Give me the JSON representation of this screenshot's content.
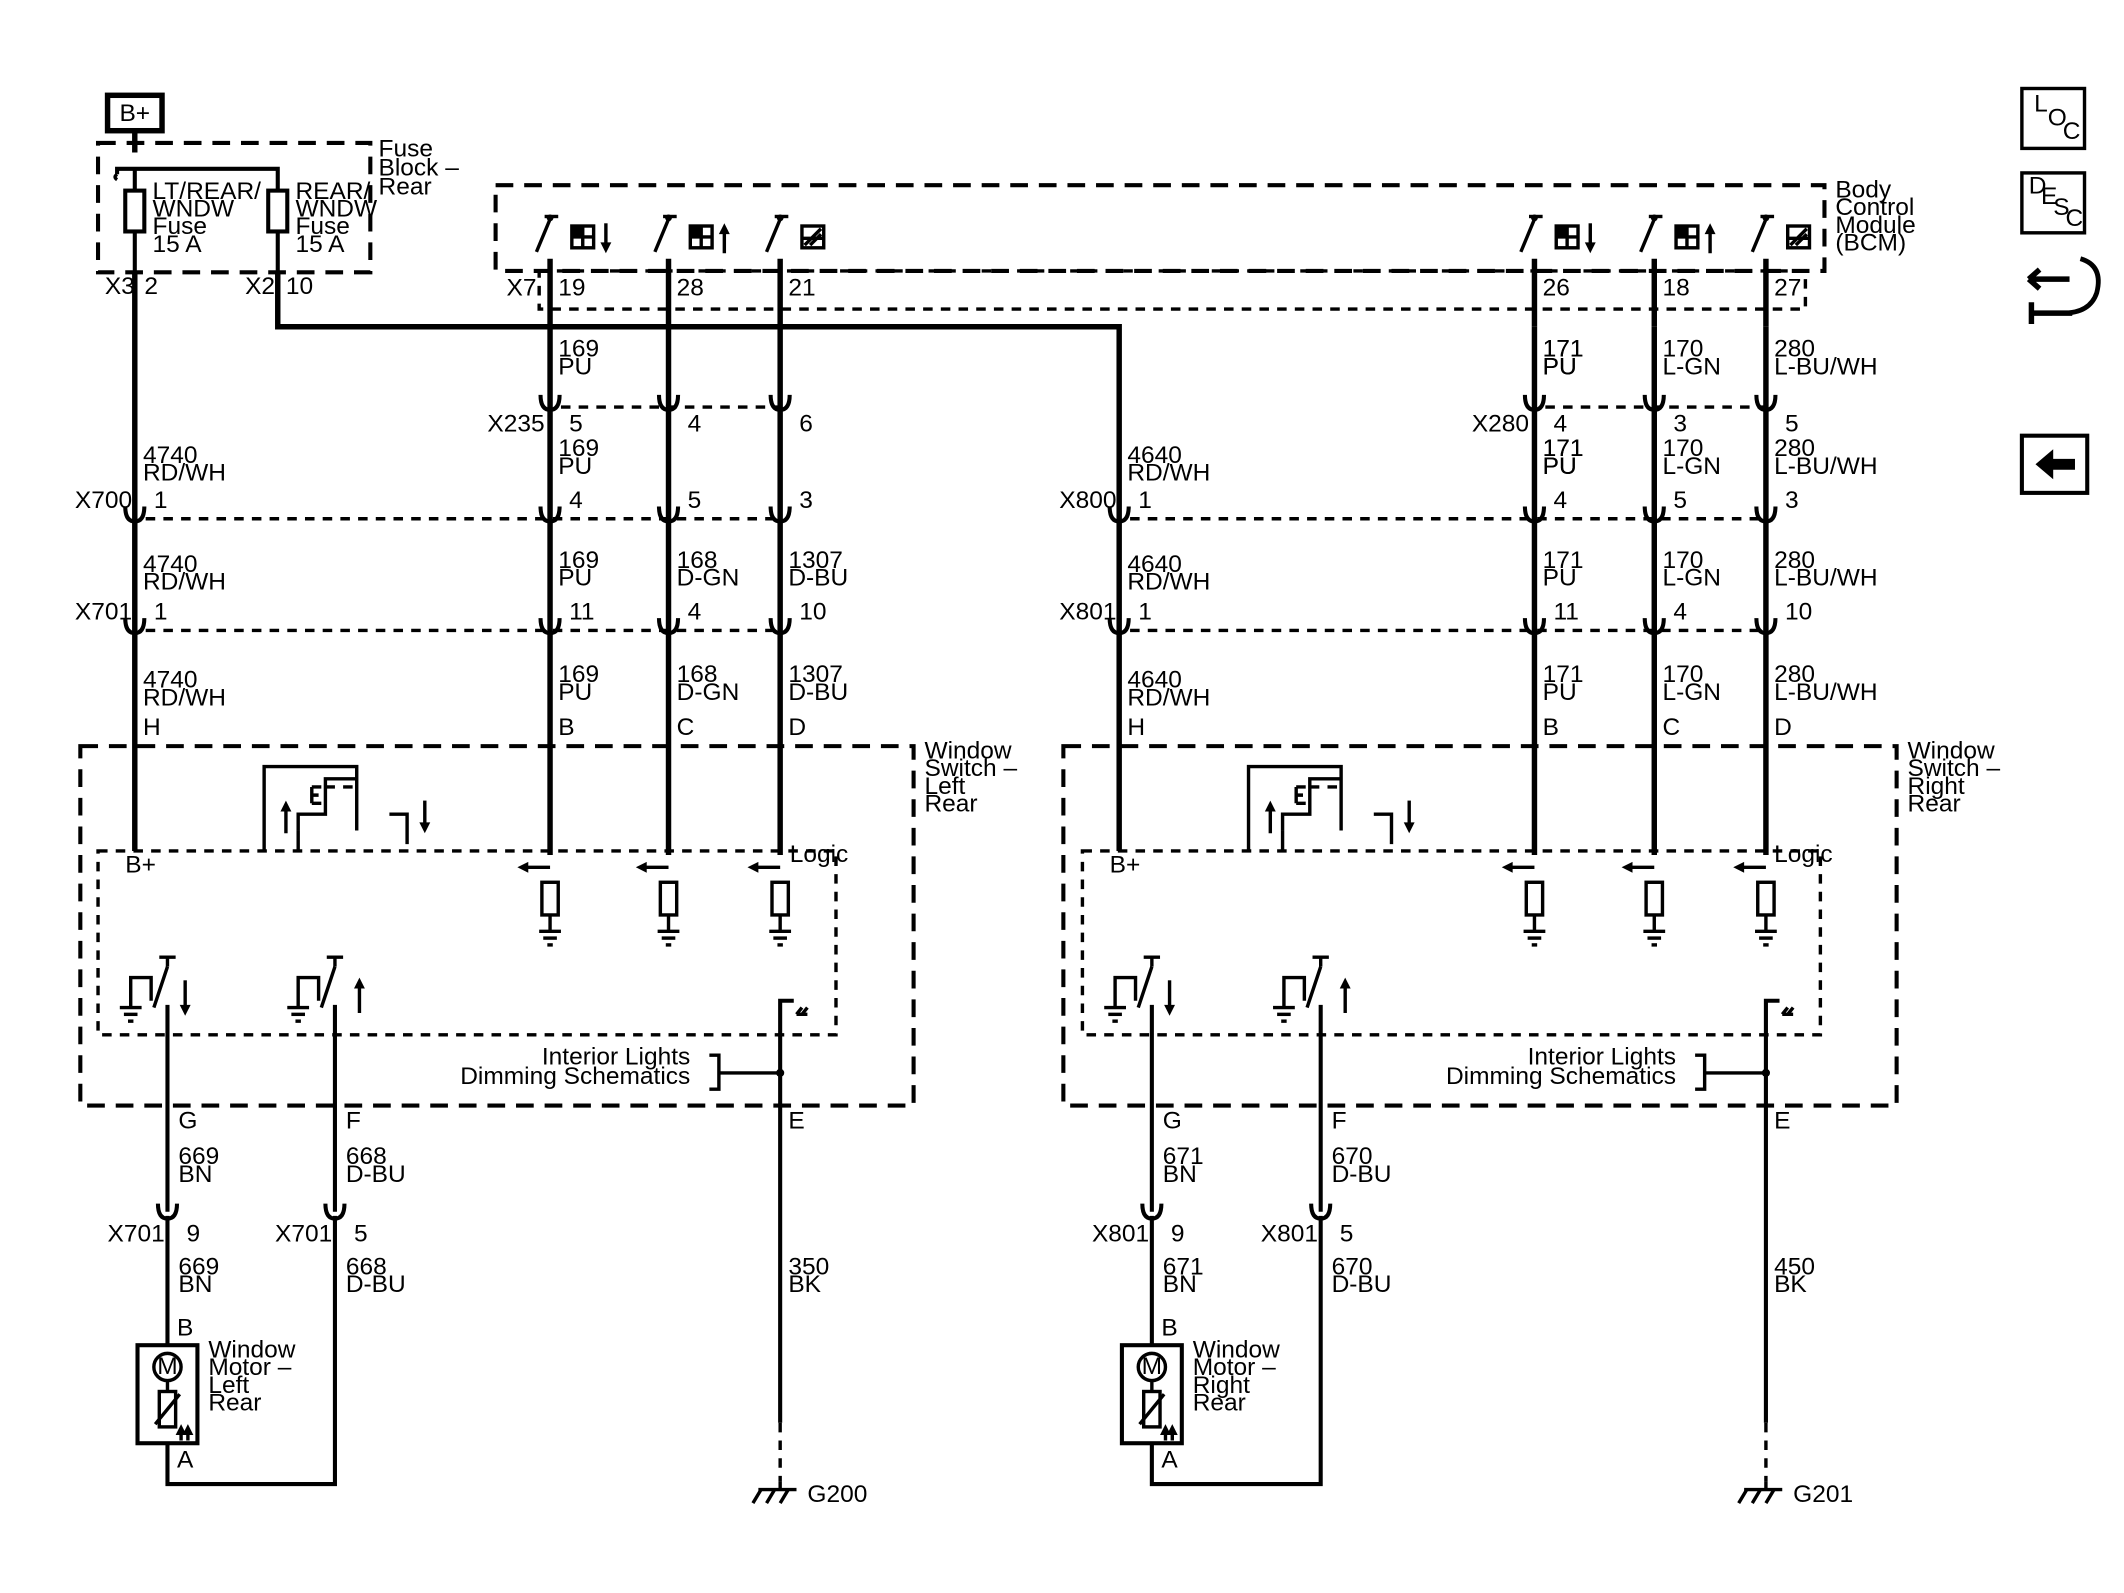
{
  "top": {
    "battery": "B+",
    "fuse_block": [
      "Fuse",
      "Block –",
      "Rear"
    ],
    "fuse1": [
      "LT/REAR/",
      "WNDW",
      "Fuse",
      "15 A"
    ],
    "fuse2": [
      "REAR/",
      "WNDW",
      "Fuse",
      "15 A"
    ],
    "fuse_x3": "X3",
    "fuse_x3_pin": "2",
    "fuse_x2": "X2",
    "fuse_x2_pin": "10",
    "bcm": [
      "Body",
      "Control",
      "Module",
      "(BCM)"
    ],
    "bcm_conn": "X7",
    "bcm_pins": [
      "19",
      "28",
      "21",
      "26",
      "18",
      "27"
    ]
  },
  "sides": [
    {
      "id": "left",
      "feed_conn": {
        "x700": "X700",
        "x701": "X701"
      },
      "feed_pins": [
        "1",
        "1"
      ],
      "feed_wire": {
        "circuit": "4740",
        "color": "RD/WH"
      },
      "wires": [
        {
          "circuit": "169",
          "color": "PU"
        },
        {
          "circuit": "168",
          "color": "D-GN"
        },
        {
          "circuit": "1307",
          "color": "D-BU"
        }
      ],
      "mid_conn": "X235",
      "mid_pins": [
        "5",
        "4",
        "6"
      ],
      "c2_pins": [
        "4",
        "5",
        "3"
      ],
      "c3_pins": [
        "11",
        "4",
        "10"
      ],
      "sw_pins": [
        "H",
        "B",
        "C",
        "D"
      ],
      "switch_title": [
        "Window",
        "Switch –",
        "Left",
        "Rear"
      ],
      "logic": "Logic",
      "bplus": "B+",
      "dimming": [
        "Interior Lights",
        "Dimming Schematics"
      ],
      "bottom_pins": [
        "G",
        "F",
        "E"
      ],
      "motor_wires": [
        {
          "circuit": "669",
          "color": "BN"
        },
        {
          "circuit": "668",
          "color": "D-BU"
        }
      ],
      "bottom_conn": [
        "X701",
        "X701"
      ],
      "bottom_conn_pins": [
        "9",
        "5"
      ],
      "ground_wire": {
        "circuit": "350",
        "color": "BK"
      },
      "motor_pin_b": "B",
      "motor_pin_a": "A",
      "motor_letter": "M",
      "motor_title": [
        "Window",
        "Motor –",
        "Left",
        "Rear"
      ],
      "ground": "G200"
    },
    {
      "id": "right",
      "feed_conn": {
        "x700": "X800",
        "x701": "X801"
      },
      "feed_pins": [
        "1",
        "1"
      ],
      "feed_wire": {
        "circuit": "4640",
        "color": "RD/WH"
      },
      "wires": [
        {
          "circuit": "171",
          "color": "PU"
        },
        {
          "circuit": "170",
          "color": "L-GN"
        },
        {
          "circuit": "280",
          "color": "L-BU/WH"
        }
      ],
      "mid_conn": "X280",
      "mid_pins": [
        "4",
        "3",
        "5"
      ],
      "c2_pins": [
        "4",
        "5",
        "3"
      ],
      "c3_pins": [
        "11",
        "4",
        "10"
      ],
      "sw_pins": [
        "H",
        "B",
        "C",
        "D"
      ],
      "switch_title": [
        "Window",
        "Switch –",
        "Right",
        "Rear"
      ],
      "logic": "Logic",
      "bplus": "B+",
      "dimming": [
        "Interior Lights",
        "Dimming Schematics"
      ],
      "bottom_pins": [
        "G",
        "F",
        "E"
      ],
      "motor_wires": [
        {
          "circuit": "671",
          "color": "BN"
        },
        {
          "circuit": "670",
          "color": "D-BU"
        }
      ],
      "bottom_conn": [
        "X801",
        "X801"
      ],
      "bottom_conn_pins": [
        "9",
        "5"
      ],
      "ground_wire": {
        "circuit": "450",
        "color": "BK"
      },
      "motor_pin_b": "B",
      "motor_pin_a": "A",
      "motor_letter": "M",
      "motor_title": [
        "Window",
        "Motor –",
        "Right",
        "Rear"
      ],
      "ground": "G201"
    }
  ],
  "nav": {
    "loc": [
      "L",
      "O",
      "C"
    ],
    "desc": [
      "D",
      "E",
      "S",
      "C"
    ],
    "loc_icon": "location-icon",
    "desc_icon": "description-icon",
    "connector_icon": "connector-tool-icon",
    "back_icon": "back-arrow-icon"
  }
}
